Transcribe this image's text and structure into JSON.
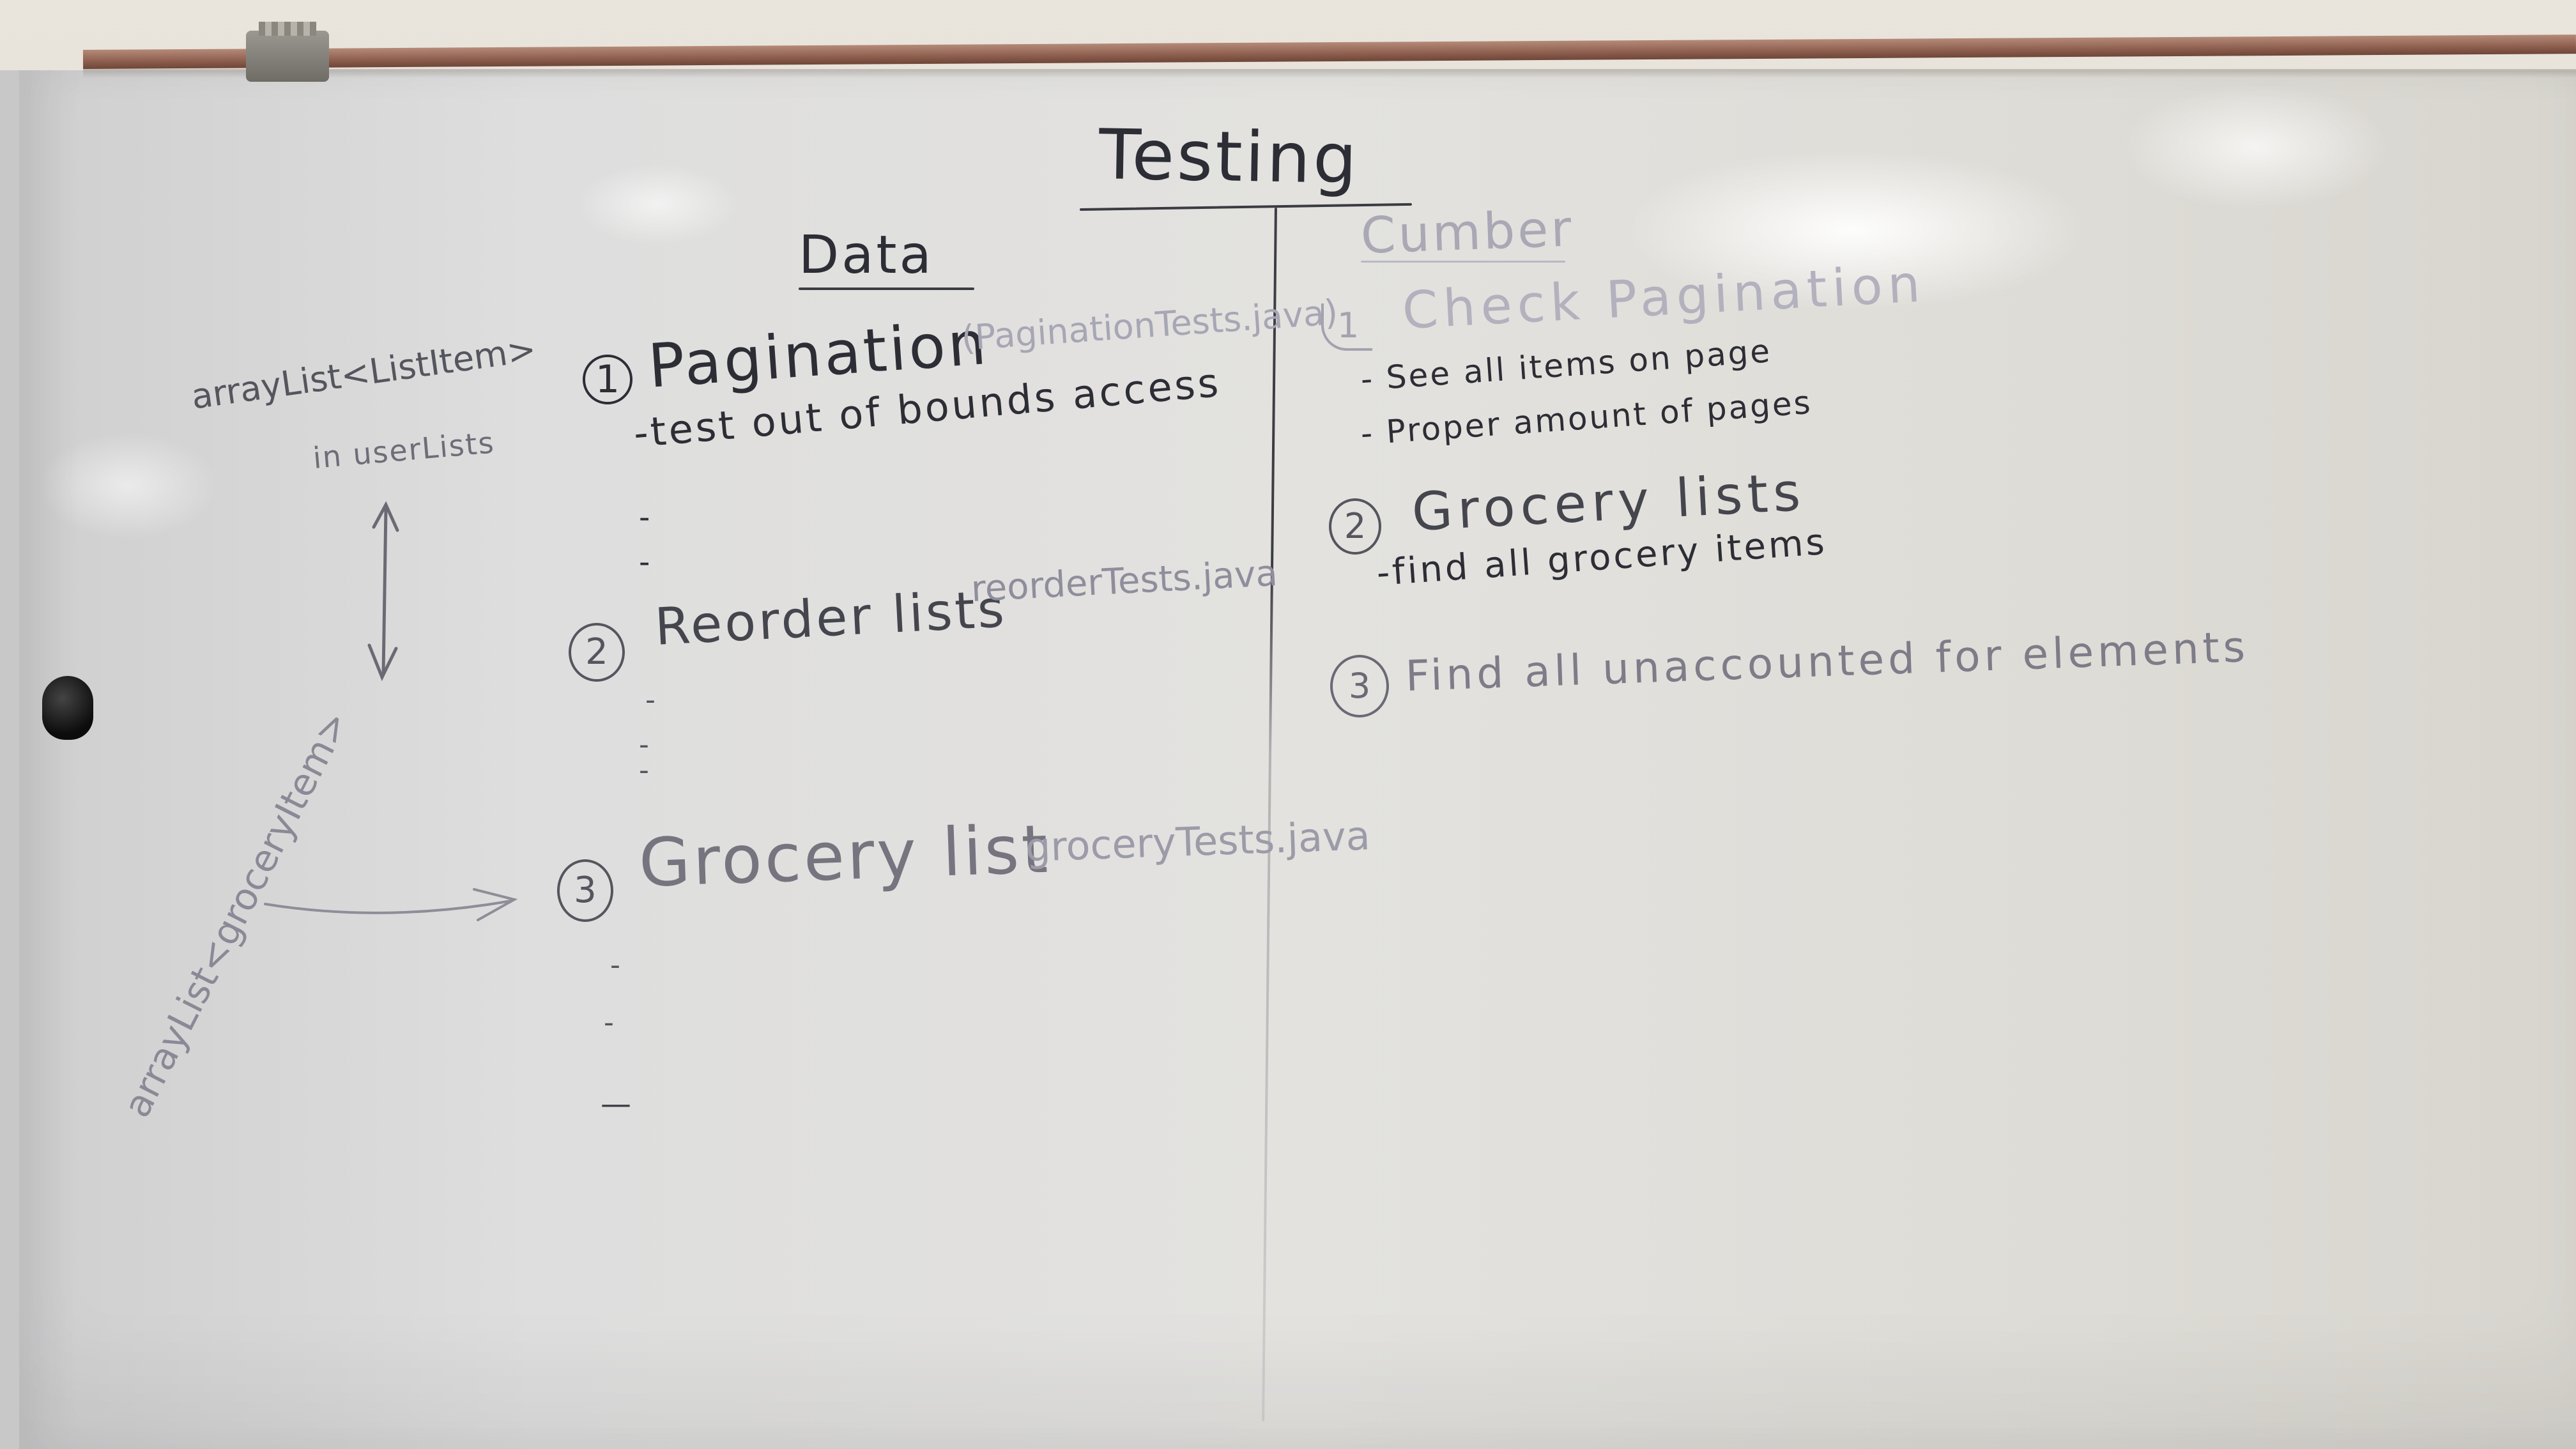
{
  "whiteboard": {
    "title": "Testing",
    "left_column": {
      "heading": "Data",
      "items": [
        {
          "number": "1",
          "label": "Pagination",
          "file": "(PaginationTests.java)",
          "notes": [
            "-test out of bounds access",
            "-",
            "-"
          ]
        },
        {
          "number": "2",
          "label": "Reorder lists",
          "file": "reorderTests.java",
          "notes": [
            "-",
            "-",
            "-"
          ]
        },
        {
          "number": "3",
          "label": "Grocery list",
          "file": "groceryTests.java",
          "notes": [
            "-",
            "-",
            "—"
          ]
        }
      ],
      "side_notes": {
        "arraylist_list_item": "arrayList<ListItem>",
        "in_user_lists": "in userLists",
        "arraylist_grocery": "arrayList<groceryItem>"
      }
    },
    "right_column": {
      "heading": "Cumber",
      "items": [
        {
          "number": "1",
          "label": "Check Pagination",
          "notes": [
            "- See all items on page",
            "- Proper amount of pages"
          ]
        },
        {
          "number": "2",
          "label": "Grocery lists",
          "notes": [
            "-find all grocery items"
          ]
        },
        {
          "number": "3",
          "label": "Find all unaccounted for elements",
          "notes": []
        }
      ]
    }
  }
}
